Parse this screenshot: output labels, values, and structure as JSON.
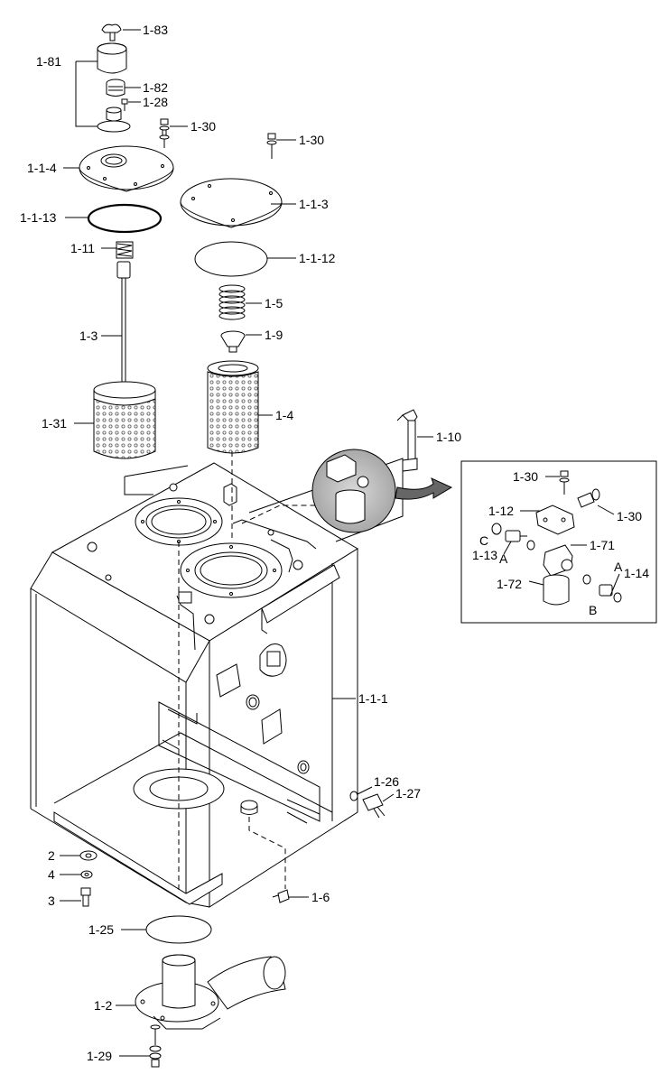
{
  "labels": {
    "p1_83": "1-83",
    "p1_81": "1-81",
    "p1_82": "1-82",
    "p1_28": "1-28",
    "p1_30_a": "1-30",
    "p1_1_4": "1-1-4",
    "p1_30_b": "1-30",
    "p1_1_3": "1-1-3",
    "p1_1_13": "1-1-13",
    "p1_11": "1-11",
    "p1_1_12": "1-1-12",
    "p1_5": "1-5",
    "p1_3": "1-3",
    "p1_9": "1-9",
    "p1_4": "1-4",
    "p1_31": "1-31",
    "p1_10": "1-10",
    "p1_1_1": "1-1-1",
    "p1_26": "1-26",
    "p1_27": "1-27",
    "p2": "2",
    "p4": "4",
    "p3": "3",
    "p1_6": "1-6",
    "p1_25": "1-25",
    "p1_2": "1-2",
    "p1_29": "1-29"
  },
  "inset": {
    "p1_30_top": "1-30",
    "p1_30_right": "1-30",
    "p1_12": "1-12",
    "c": "C",
    "p1_13": "1-13",
    "a_left": "A",
    "p1_71": "1-71",
    "a_right": "A",
    "p1_14": "1-14",
    "p1_72": "1-72",
    "b": "B"
  },
  "icons": {
    "view_arrow": "magnify-arrow-icon"
  }
}
